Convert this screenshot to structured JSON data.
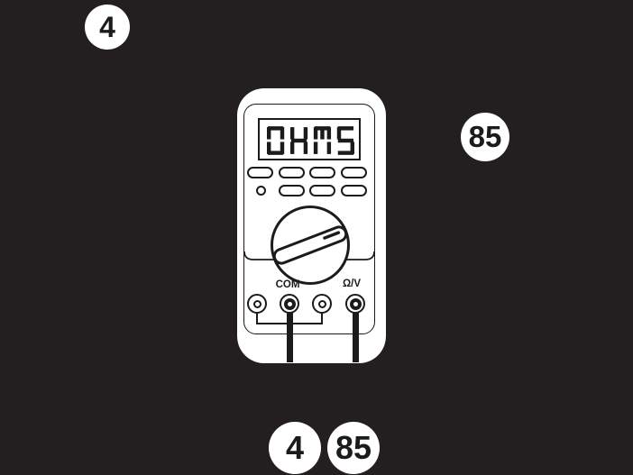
{
  "colors": {
    "background": "#231f20",
    "ink": "#1c1a1b",
    "surface": "#ffffff"
  },
  "callouts": [
    {
      "position": "top-left",
      "label": "4"
    },
    {
      "position": "right",
      "label": "85"
    },
    {
      "position": "bottom-left",
      "label": "4"
    },
    {
      "position": "bottom-right",
      "label": "85"
    }
  ],
  "multimeter": {
    "display_text": "OHMS",
    "jack_labels": {
      "com": "COM",
      "ohm_volt": "Ω/V"
    }
  }
}
